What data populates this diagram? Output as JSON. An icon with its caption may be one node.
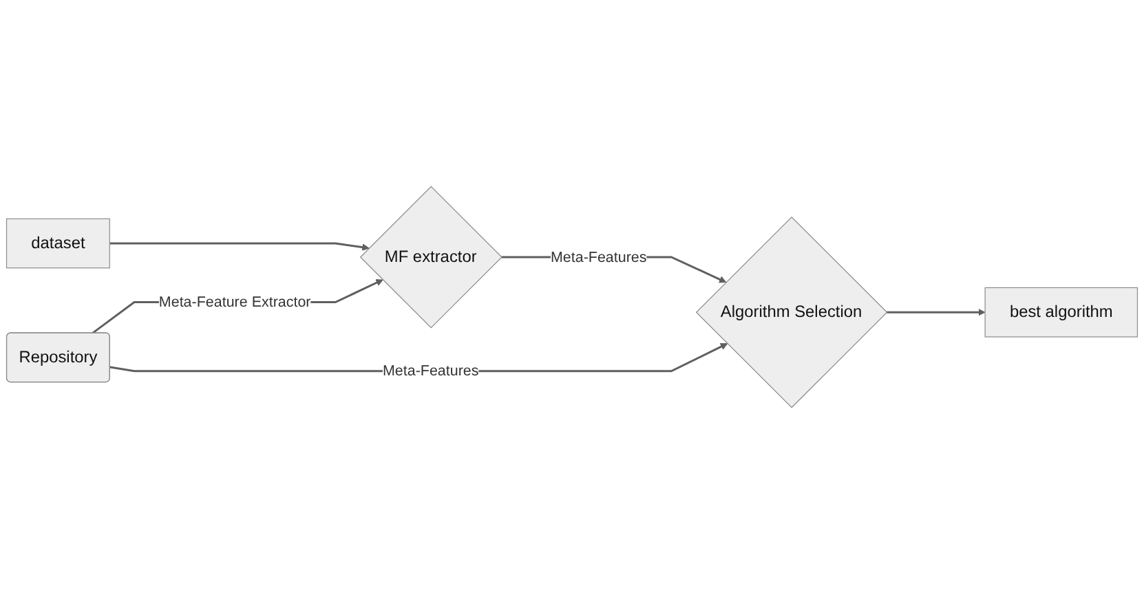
{
  "diagram": {
    "nodes": [
      {
        "text": [
          "dataset"
        ]
      },
      {
        "text": [
          "MF extractor"
        ]
      },
      {
        "text": [
          "Repository"
        ]
      },
      {
        "text": [
          "Algorithm Selection"
        ]
      },
      {
        "text": [
          "best algorithm"
        ]
      }
    ],
    "edges": [
      {
        "from": 0,
        "to": 1,
        "arrow": "to"
      },
      {
        "from": 1,
        "to": 3,
        "arrow": "to",
        "label": "Meta-Features"
      },
      {
        "from": 2,
        "to": 1,
        "arrow": "to",
        "label": "Meta-Feature Extractor"
      },
      {
        "from": 2,
        "to": 3,
        "arrow": "to",
        "label": "Meta-Features"
      },
      {
        "from": 3,
        "to": 4,
        "arrow": "to"
      }
    ]
  }
}
